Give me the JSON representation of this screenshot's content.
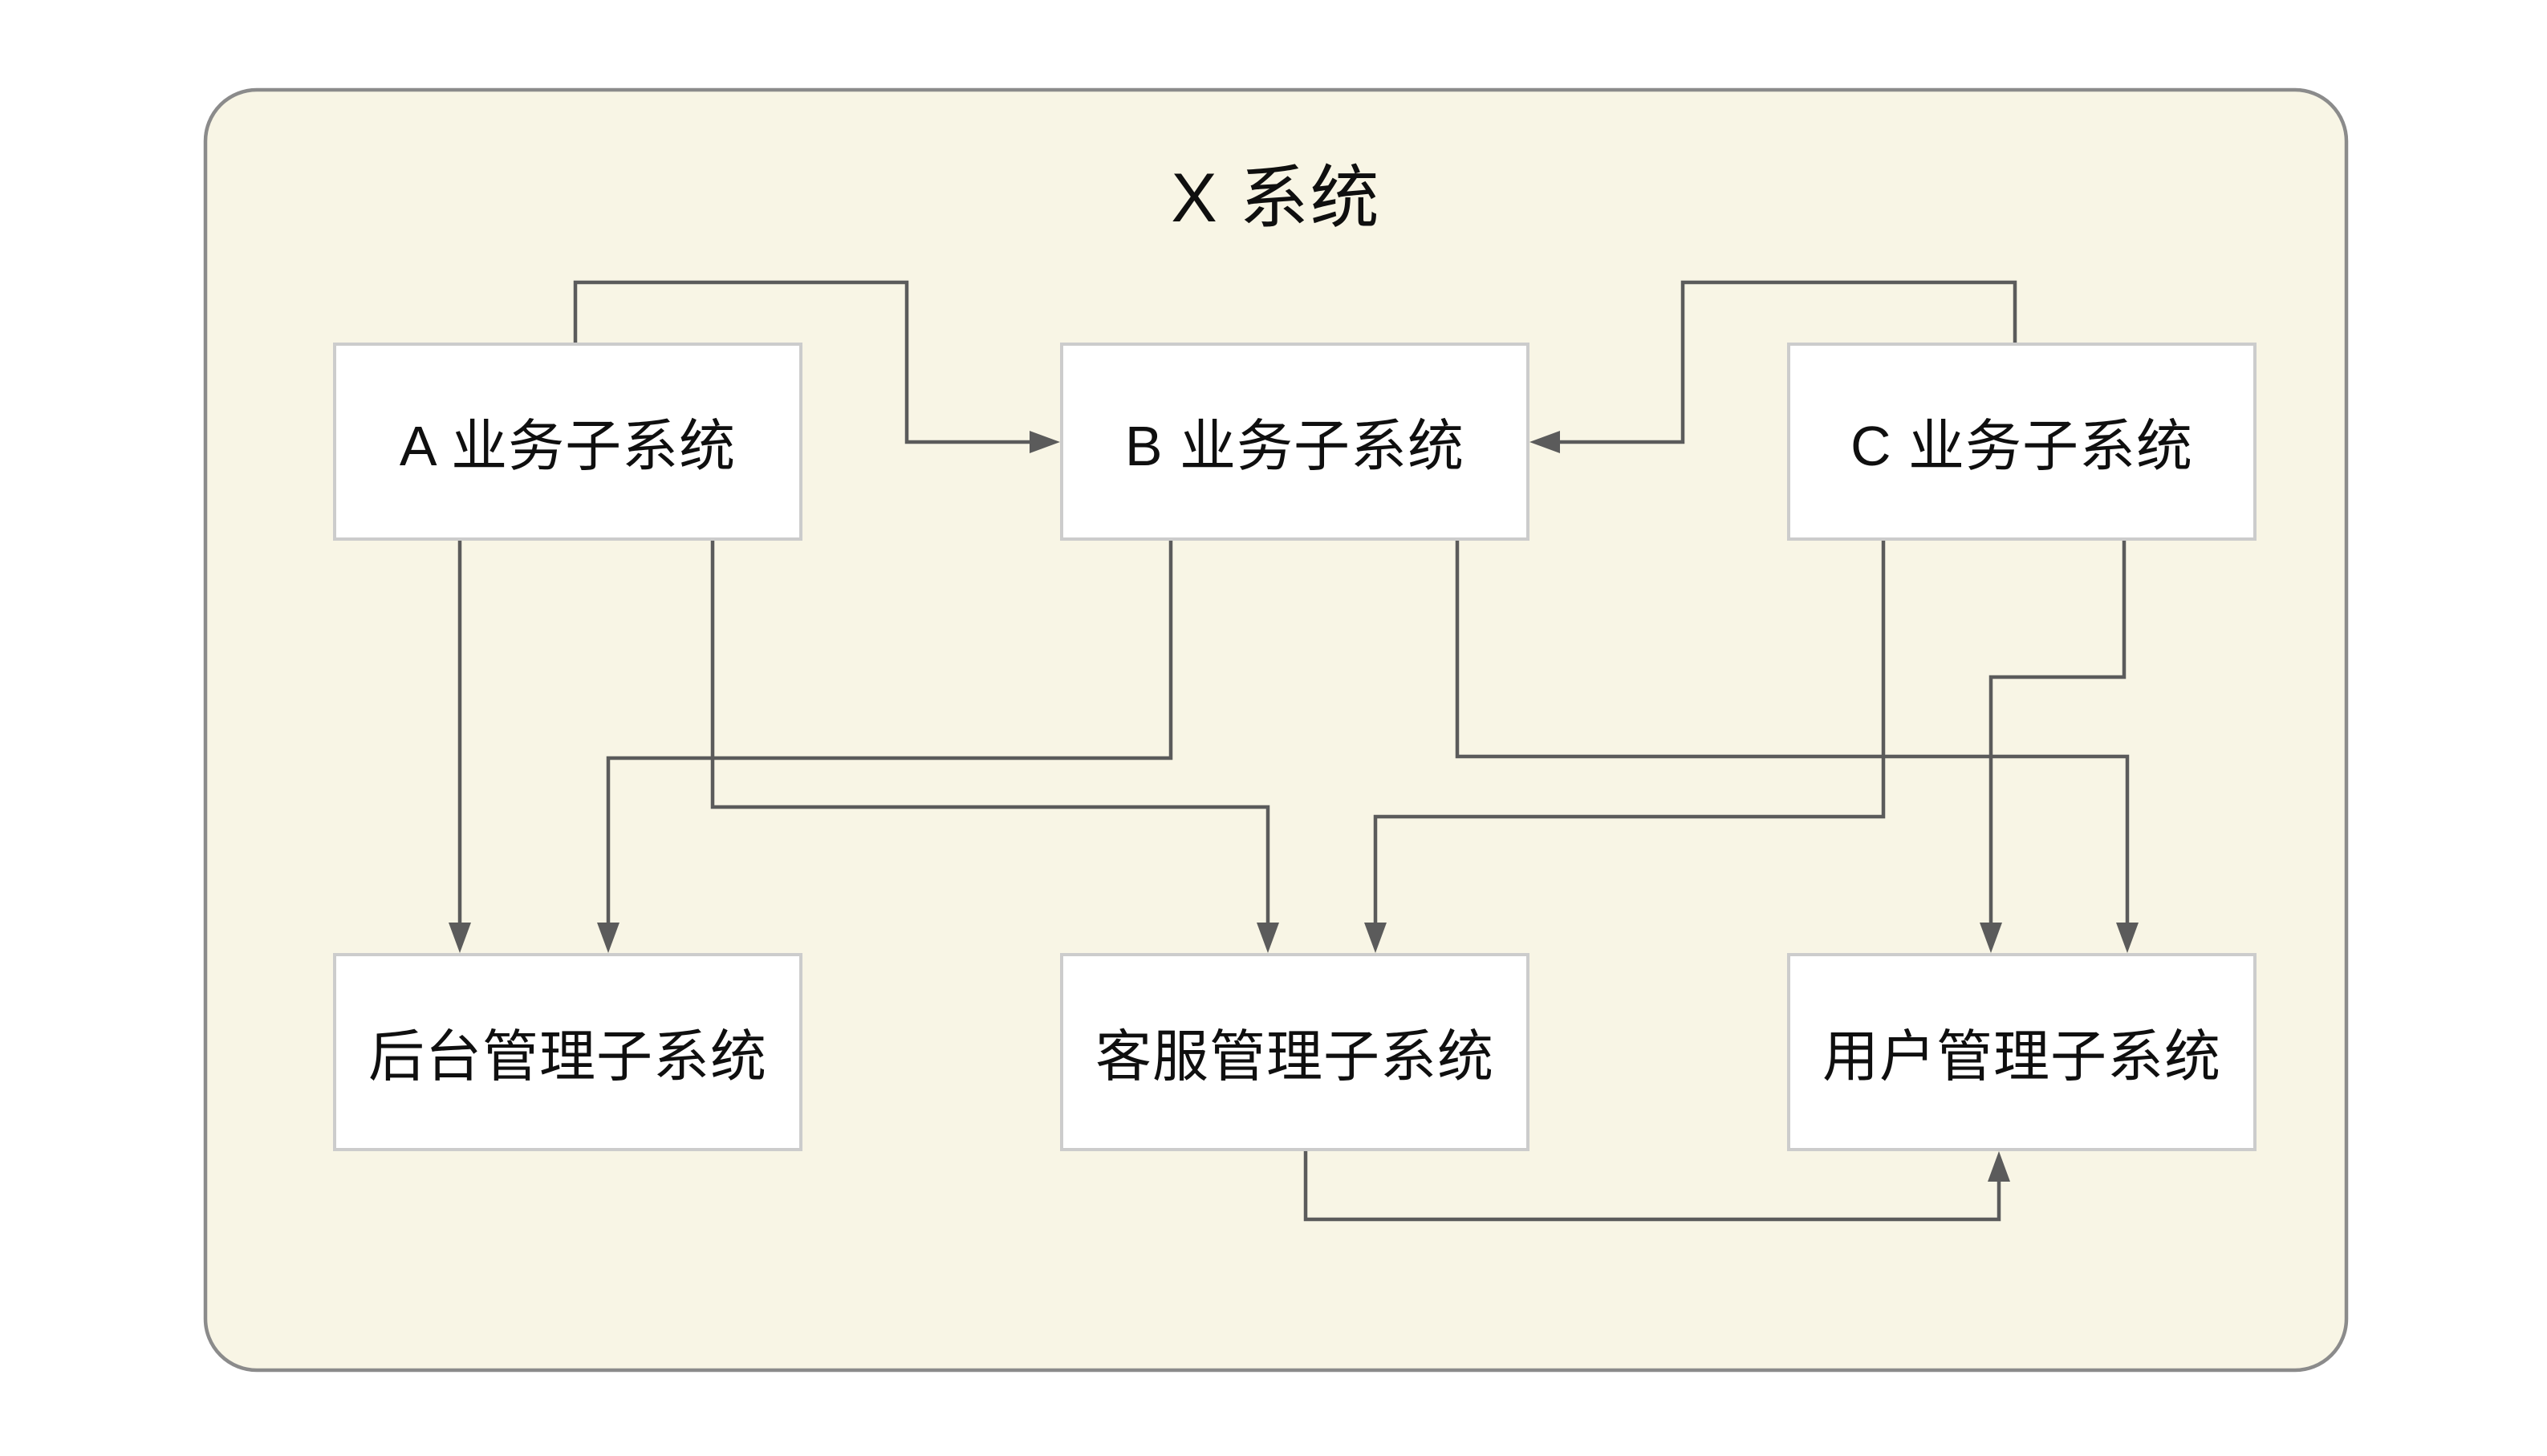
{
  "diagram": {
    "title": "X 系统",
    "nodes": {
      "a": {
        "label": "A 业务子系统"
      },
      "b": {
        "label": "B 业务子系统"
      },
      "c": {
        "label": "C 业务子系统"
      },
      "backend": {
        "label": "后台管理子系统"
      },
      "service": {
        "label": "客服管理子系统"
      },
      "user": {
        "label": "用户管理子系统"
      }
    },
    "edges": [
      {
        "from": "A 业务子系统",
        "to": "B 业务子系统"
      },
      {
        "from": "C 业务子系统",
        "to": "B 业务子系统"
      },
      {
        "from": "A 业务子系统",
        "to": "后台管理子系统"
      },
      {
        "from": "B 业务子系统",
        "to": "后台管理子系统"
      },
      {
        "from": "A 业务子系统",
        "to": "客服管理子系统"
      },
      {
        "from": "C 业务子系统",
        "to": "客服管理子系统"
      },
      {
        "from": "B 业务子系统",
        "to": "用户管理子系统"
      },
      {
        "from": "C 业务子系统",
        "to": "用户管理子系统"
      },
      {
        "from": "客服管理子系统",
        "to": "用户管理子系统"
      }
    ],
    "colors": {
      "page_bg": "#ffffff",
      "container_fill": "#f8f5e5",
      "container_border": "#8b8b8b",
      "node_fill": "#ffffff",
      "node_border": "#cccccc",
      "connector": "#5b5b5b",
      "text": "#0f0f0f"
    }
  }
}
